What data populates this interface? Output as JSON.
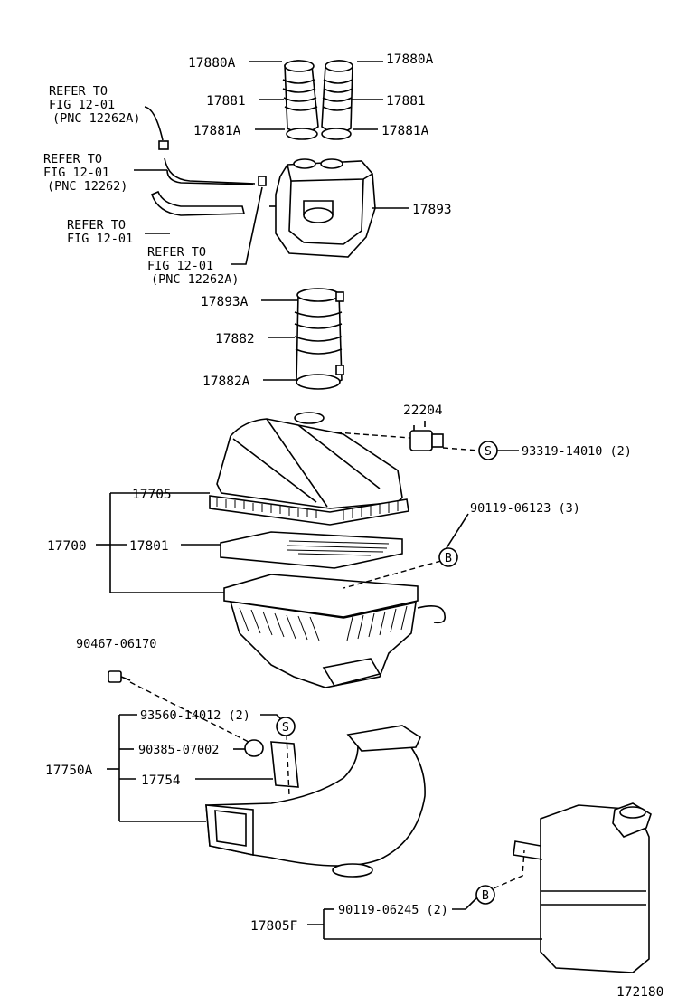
{
  "labels": {
    "clamp_left": "17880A",
    "clamp_right": "17880A",
    "hose_left": "17881",
    "hose_right": "17881",
    "clamp2_left": "17881A",
    "clamp2_right": "17881A",
    "resonator": "17893",
    "clamp_resonator": "17893A",
    "hose_lower": "17882",
    "clamp_lower": "17882A",
    "sensor": "22204",
    "screw_s": "93319-14010 (2)",
    "cap": "17705",
    "assy": "17700",
    "element": "17801",
    "bolt_b": "90119-06123 (3)",
    "bolt_top": "90467-06170",
    "screw_s2": "93560-14012 (2)",
    "cushion": "90385-07002",
    "intake_assy": "17750A",
    "bracket": "17754",
    "bolt_b2": "90119-06245 (2)",
    "resonator_assy": "17805F",
    "figure_number": "172180"
  },
  "refers": {
    "r1": [
      "REFER TO",
      "FIG 12-01",
      "(PNC 12262A)"
    ],
    "r2": [
      "REFER TO",
      "FIG 12-01",
      "(PNC 12262)"
    ],
    "r3": [
      "REFER TO",
      "FIG 12-01"
    ],
    "r4": [
      "REFER TO",
      "FIG 12-01",
      "(PNC 12262A)"
    ]
  },
  "symbols": {
    "s": "S",
    "b": "B"
  }
}
